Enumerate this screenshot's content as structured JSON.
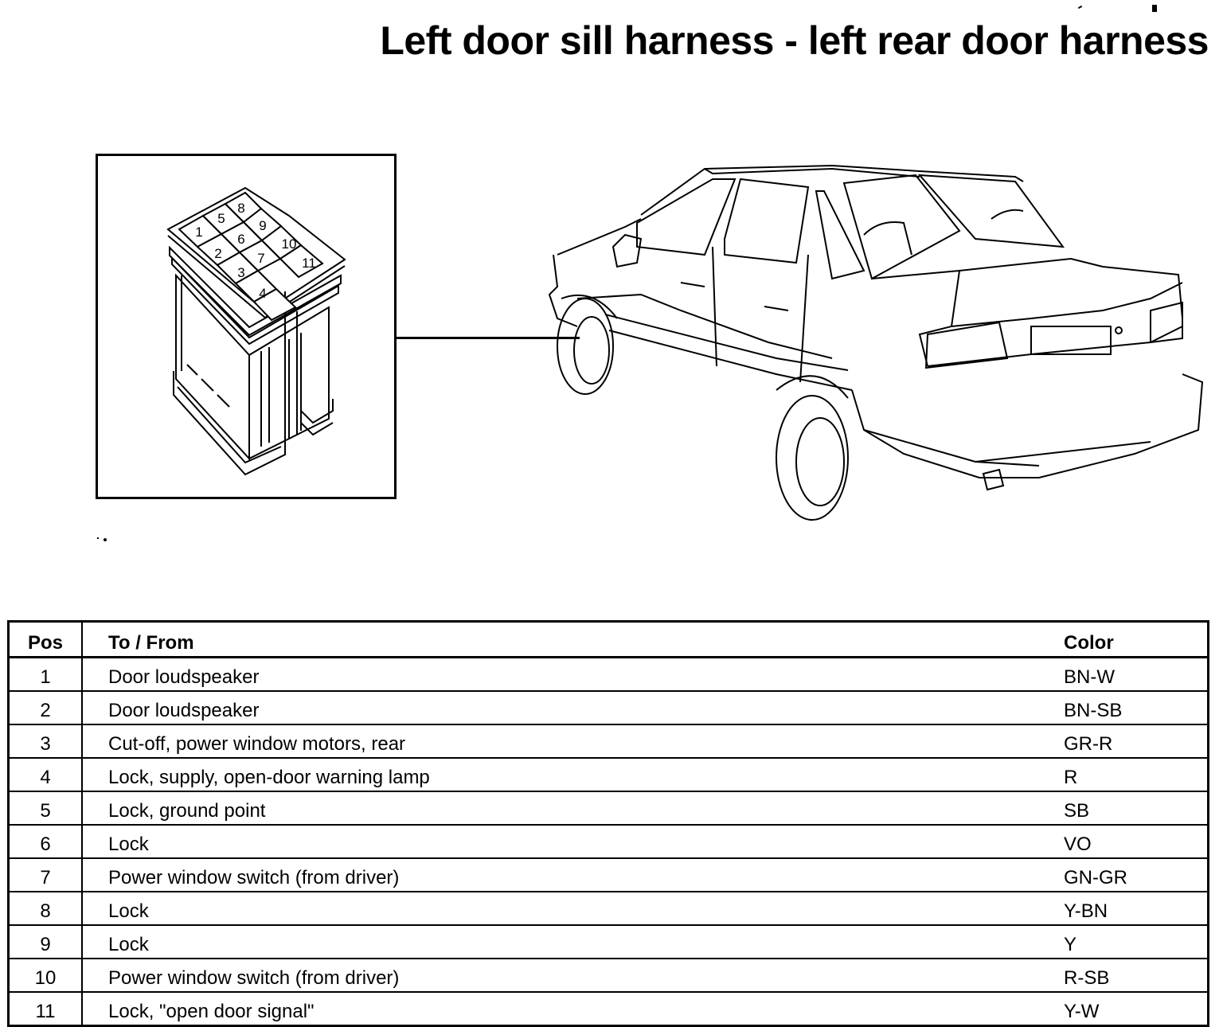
{
  "title": "Left door sill harness - left rear door harness",
  "connector": {
    "pin_labels": [
      "1",
      "2",
      "3",
      "4",
      "5",
      "6",
      "7",
      "8",
      "9",
      "10",
      "11"
    ]
  },
  "table": {
    "headers": {
      "pos": "Pos",
      "to_from": "To / From",
      "color": "Color"
    },
    "rows": [
      {
        "pos": "1",
        "to_from": "Door loudspeaker",
        "color": "BN-W"
      },
      {
        "pos": "2",
        "to_from": "Door loudspeaker",
        "color": "BN-SB"
      },
      {
        "pos": "3",
        "to_from": "Cut-off, power window motors, rear",
        "color": "GR-R"
      },
      {
        "pos": "4",
        "to_from": "Lock, supply, open-door warning lamp",
        "color": "R"
      },
      {
        "pos": "5",
        "to_from": "Lock, ground point",
        "color": "SB"
      },
      {
        "pos": "6",
        "to_from": "Lock",
        "color": "VO"
      },
      {
        "pos": "7",
        "to_from": "Power window switch (from driver)",
        "color": "GN-GR"
      },
      {
        "pos": "8",
        "to_from": "Lock",
        "color": "Y-BN"
      },
      {
        "pos": "9",
        "to_from": "Lock",
        "color": "Y"
      },
      {
        "pos": "10",
        "to_from": "Power window switch (from driver)",
        "color": "R-SB"
      },
      {
        "pos": "11",
        "to_from": "Lock, \"open door signal\"",
        "color": "Y-W"
      }
    ]
  }
}
